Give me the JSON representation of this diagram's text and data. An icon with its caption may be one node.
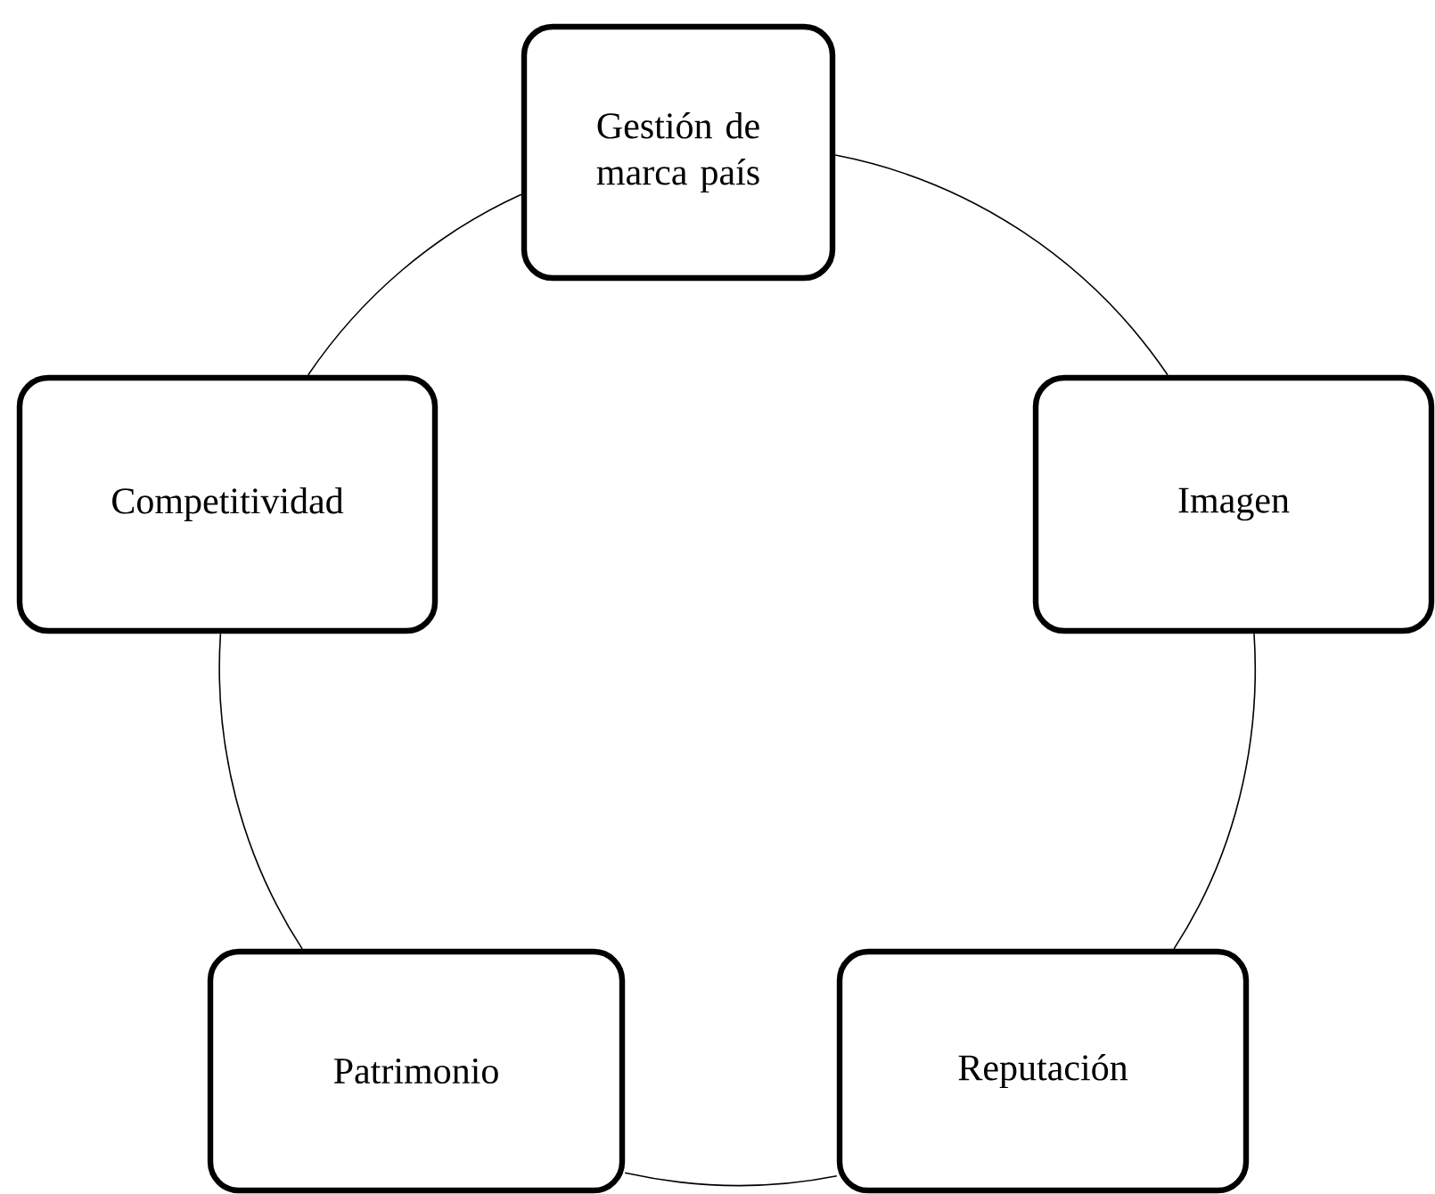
{
  "diagram": {
    "nodes": [
      {
        "text": [
          "Gestión de marca país"
        ]
      },
      {
        "text": [
          "Imagen"
        ]
      },
      {
        "text": [
          "Reputación"
        ]
      },
      {
        "text": [
          "Patrimonio"
        ]
      },
      {
        "text": [
          "Competitividad"
        ]
      }
    ],
    "edges": [
      {
        "from": 0,
        "to": 1,
        "arrow": "none"
      },
      {
        "from": 1,
        "to": 2,
        "arrow": "none"
      },
      {
        "from": 2,
        "to": 3,
        "arrow": "none"
      },
      {
        "from": 3,
        "to": 4,
        "arrow": "none"
      },
      {
        "from": 4,
        "to": 0,
        "arrow": "none"
      }
    ]
  }
}
